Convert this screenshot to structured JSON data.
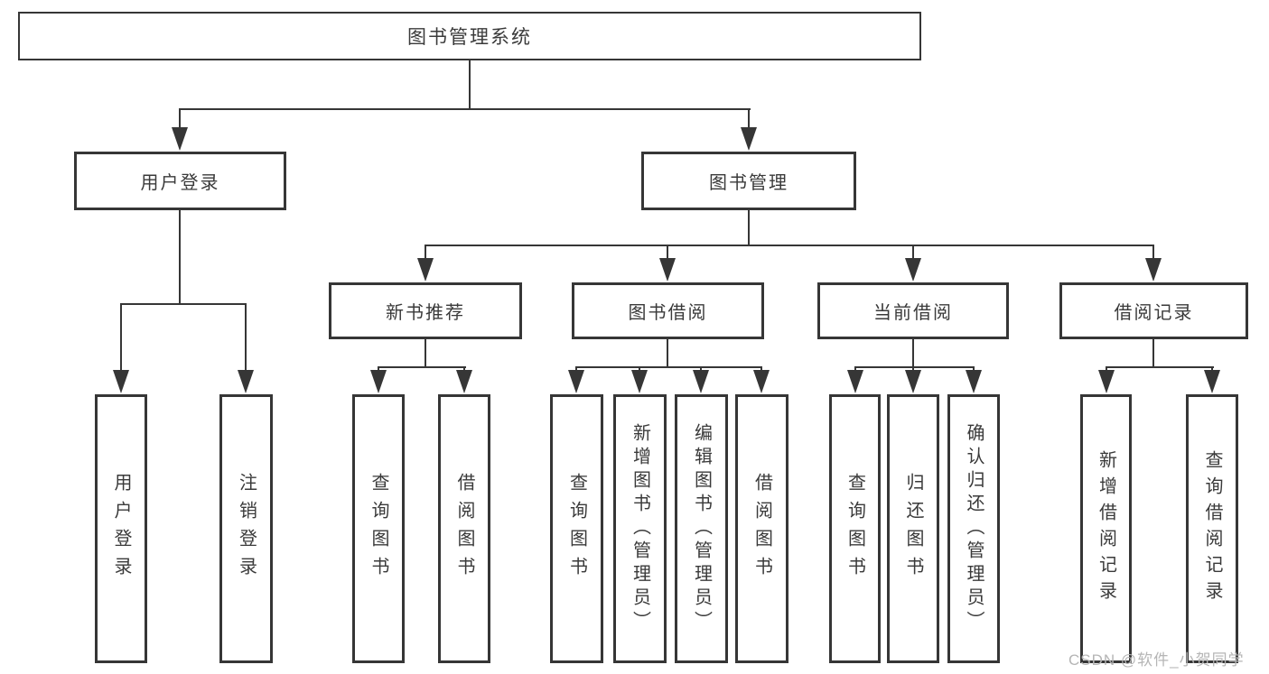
{
  "diagram": {
    "root": {
      "label": "图书管理系统"
    },
    "branches": [
      {
        "label": "用户登录",
        "children": [
          {
            "label": "用户登录"
          },
          {
            "label": "注销登录"
          }
        ]
      },
      {
        "label": "图书管理",
        "children": [
          {
            "label": "新书推荐",
            "children": [
              {
                "label": "查询图书"
              },
              {
                "label": "借阅图书"
              }
            ]
          },
          {
            "label": "图书借阅",
            "children": [
              {
                "label": "查询图书"
              },
              {
                "label": "新增图书（管理员）"
              },
              {
                "label": "编辑图书（管理员）"
              },
              {
                "label": "借阅图书"
              }
            ]
          },
          {
            "label": "当前借阅",
            "children": [
              {
                "label": "查询图书"
              },
              {
                "label": "归还图书"
              },
              {
                "label": "确认归还（管理员）"
              }
            ]
          },
          {
            "label": "借阅记录",
            "children": [
              {
                "label": "新增借阅记录"
              },
              {
                "label": "查询借阅记录"
              }
            ]
          }
        ]
      }
    ],
    "watermark": "CSDN @软件_小贺同学",
    "colors": {
      "line": "#363636",
      "text": "#3a3a3a",
      "watermark": "#b5b5b5",
      "background": "#ffffff"
    }
  }
}
